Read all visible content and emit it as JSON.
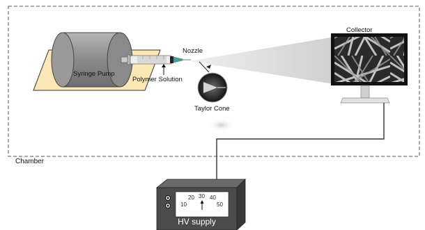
{
  "labels": {
    "syringe_pump": "Syringe Pump",
    "polymer_solution": "Polymer Solution",
    "nozzle": "Nozzle",
    "taylor_cone": "Taylor Cone",
    "collector": "Collector",
    "chamber": "Chamber",
    "hv_supply": "HV supply"
  },
  "hv_dial": {
    "ticks": [
      "10",
      "20",
      "30",
      "40",
      "50"
    ]
  },
  "colors": {
    "pump_base": "#fbe8b4",
    "pump_body": "#8c8c8c",
    "hv_box": "#4b4b4b",
    "collector_frame": "#111111",
    "spray_cone": "#d8d8d8",
    "chamber_border": "#555555"
  }
}
